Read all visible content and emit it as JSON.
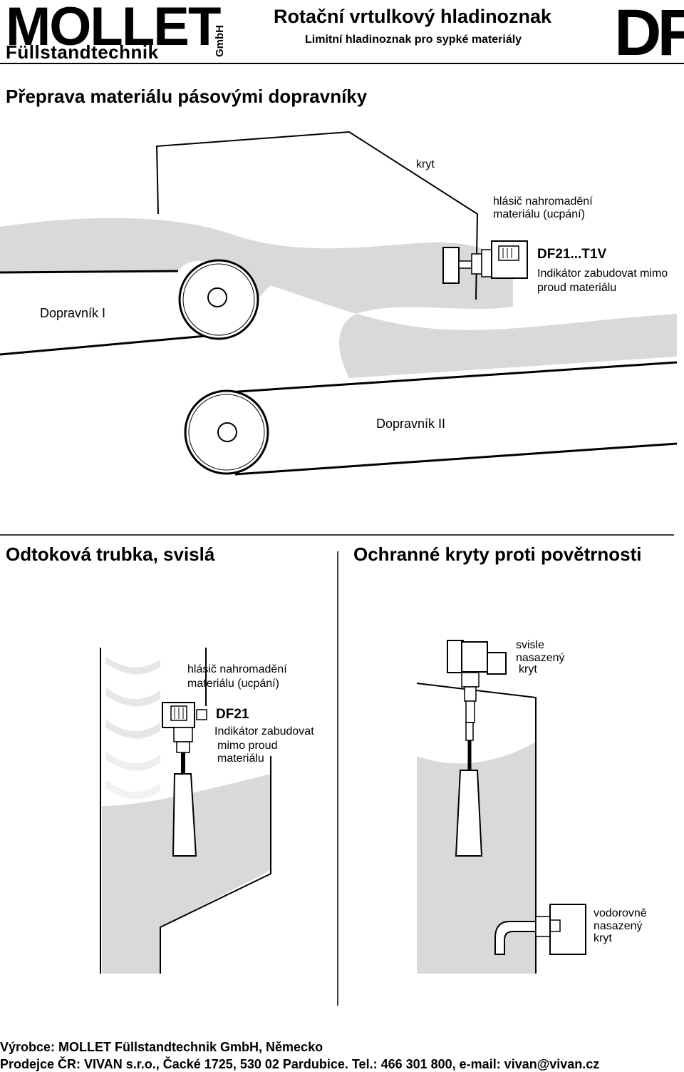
{
  "header": {
    "logo_main": "MOLLET",
    "logo_sub": "Füllstandtechnik",
    "logo_gmbh": "GmbH",
    "title": "Rotační vrtulkový hladinoznak",
    "subtitle": "Limitní hladinoznak pro sypké materiály",
    "product_logo": "DF"
  },
  "section1": {
    "title": "Přeprava materiálu pásovými dopravníky",
    "labels": {
      "cover": "kryt",
      "detector_line1": "hlásič nahromadění",
      "detector_line2": "materiálu (ucpání)",
      "model": "DF21...T1V",
      "indicator_line1": "Indikátor zabudovat mimo",
      "indicator_line2": "proud materiálu",
      "conveyor1": "Dopravník I",
      "conveyor2": "Dopravník II"
    }
  },
  "section2": {
    "title": "Odtoková trubka, svislá",
    "labels": {
      "detector_line1": "hlásič nahromadění",
      "detector_line2": "materiálu (ucpání)",
      "model": "DF21",
      "indicator_line1": "Indikátor zabudovat",
      "indicator_line2": "mimo proud",
      "indicator_line3": "materiálu"
    }
  },
  "section3": {
    "title": "Ochranné kryty proti povětrnosti",
    "labels": {
      "vertical_line1": "svisle",
      "vertical_line2": "nasazený",
      "vertical_line3": "kryt",
      "horizontal_line1": "vodorovně",
      "horizontal_line2": "nasazený",
      "horizontal_line3": "kryt"
    }
  },
  "footer": {
    "manufacturer": "Výrobce: MOLLET Füllstandtechnik GmbH, Německo",
    "dealer": "Prodejce ČR: VIVAN s.r.o., Čacké 1725, 530 02 Pardubice. Tel.: 466 301 800, e-mail: vivan@vivan.cz"
  },
  "colors": {
    "material_fill": "#d9d9d9",
    "line": "#000000"
  }
}
